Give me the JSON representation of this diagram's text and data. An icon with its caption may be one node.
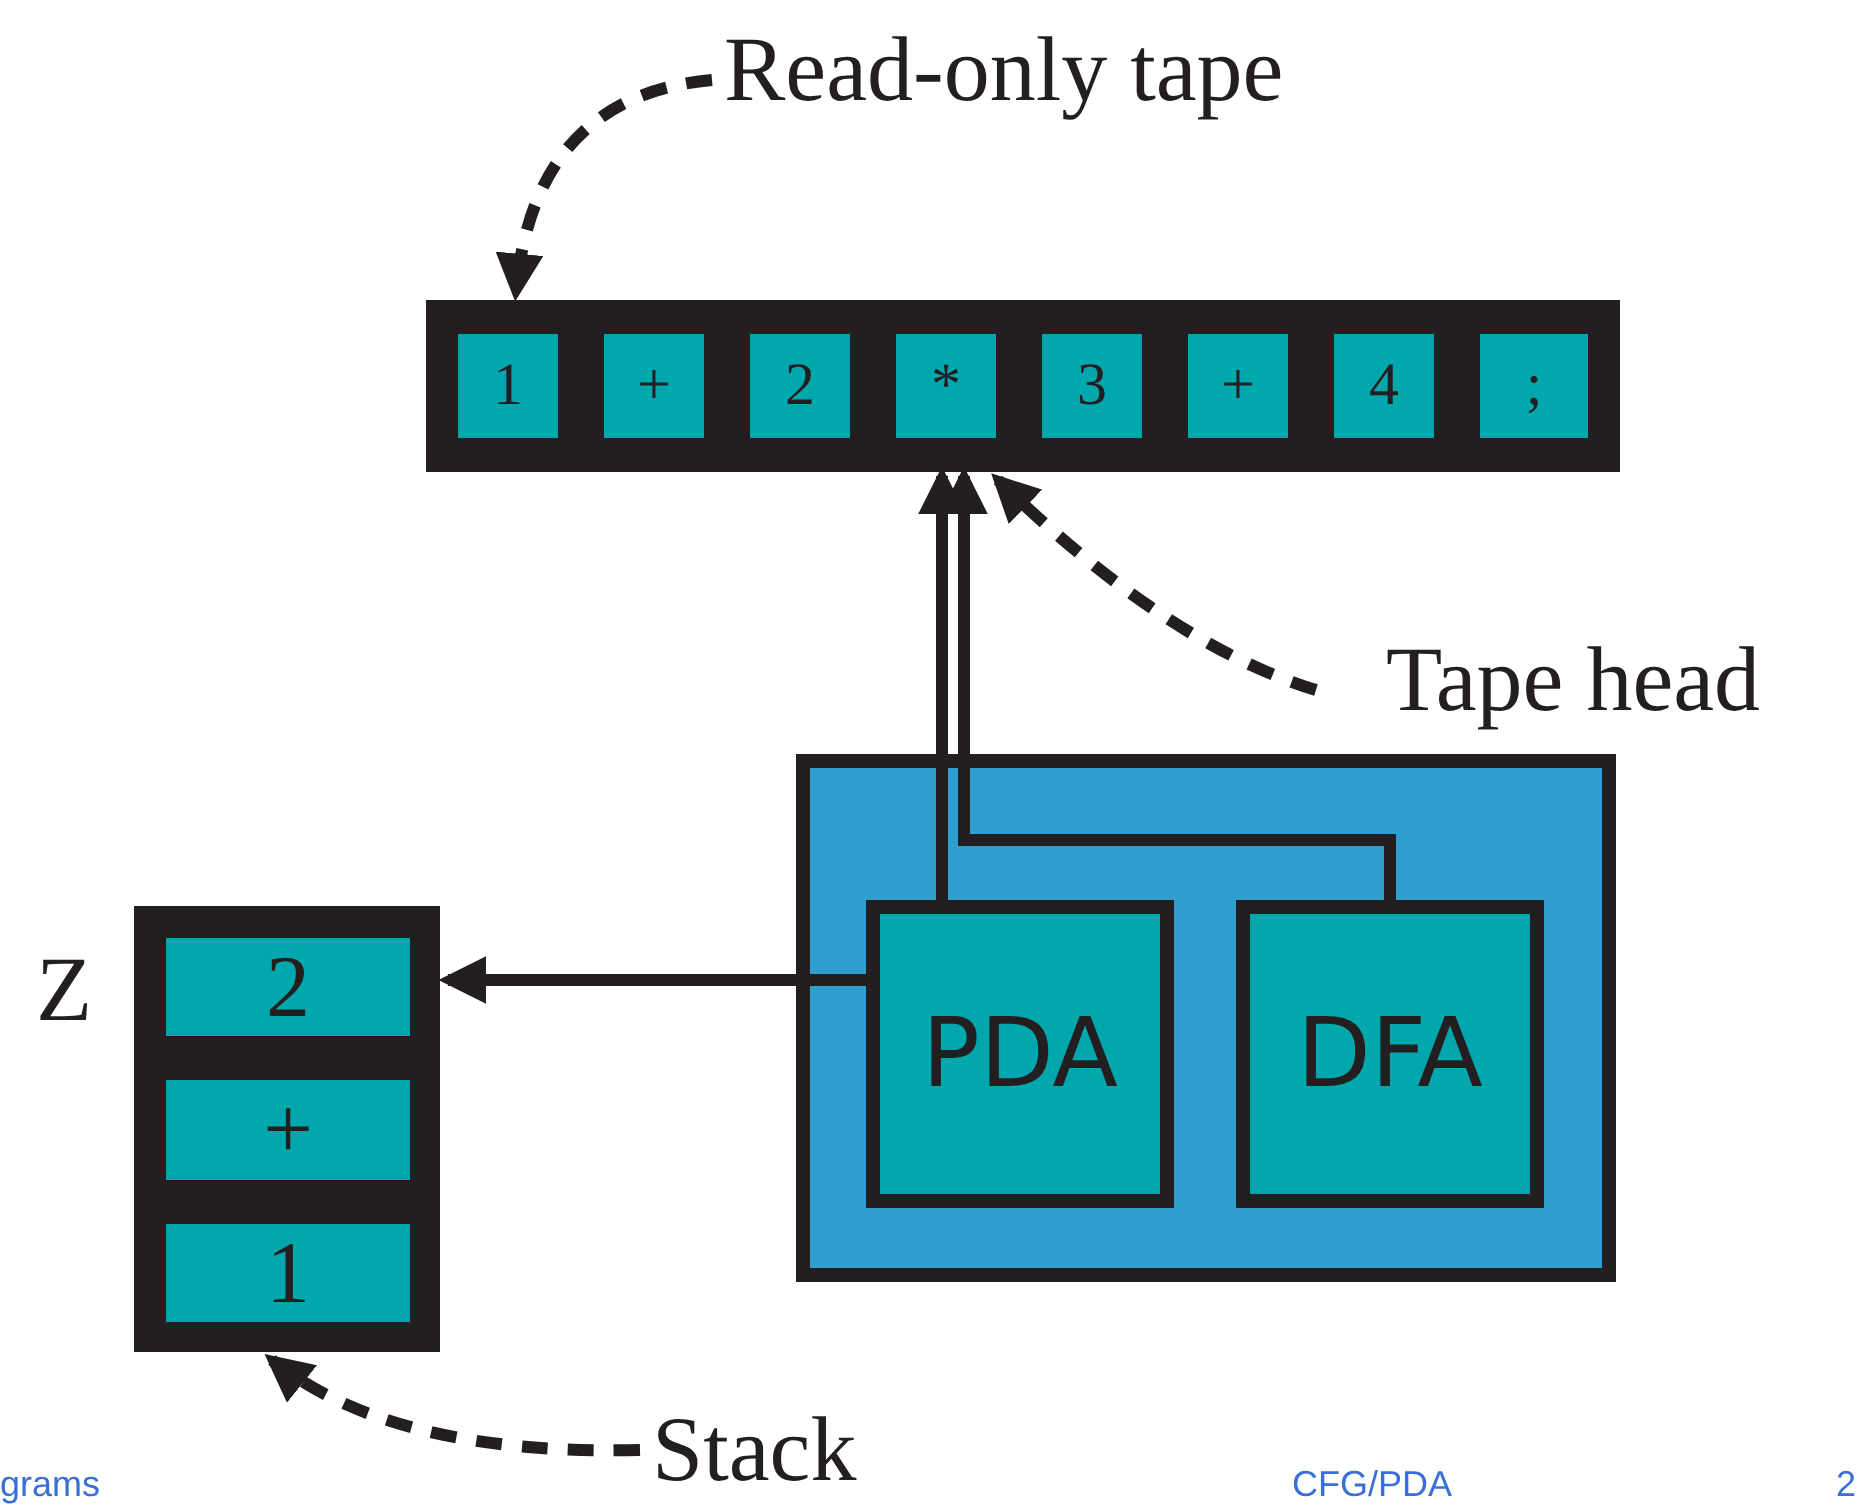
{
  "diagram": {
    "nodes": [
      {
        "text": [
          "Read-only tape"
        ]
      },
      {
        "text": [],
        "shape": "box"
      },
      {
        "text": [
          "1"
        ],
        "in": 1
      },
      {
        "text": [
          "+"
        ],
        "in": 1
      },
      {
        "text": [
          "2"
        ],
        "in": 1
      },
      {
        "text": [
          "*"
        ],
        "in": 1
      },
      {
        "text": [
          "3"
        ],
        "in": 1
      },
      {
        "text": [
          "+"
        ],
        "in": 1
      },
      {
        "text": [
          "4"
        ],
        "in": 1
      },
      {
        "text": [
          ";"
        ],
        "in": 1
      },
      {
        "text": [
          "Tape head"
        ]
      },
      {
        "text": [],
        "shape": "box"
      },
      {
        "text": [
          "PDA"
        ],
        "in": 11
      },
      {
        "text": [
          "DFA"
        ],
        "in": 11
      },
      {
        "text": [],
        "shape": "box"
      },
      {
        "text": [
          "2"
        ],
        "in": 14,
        "beside": [
          "Z"
        ]
      },
      {
        "text": [
          "+"
        ],
        "in": 14
      },
      {
        "text": [
          "1"
        ],
        "in": 14
      },
      {
        "text": [
          "Stack"
        ]
      }
    ],
    "edges": [
      {
        "from": 0,
        "to": 1,
        "arrow": "to",
        "style": "dashed"
      },
      {
        "from": 10,
        "to": 5,
        "arrow": "to",
        "style": "dashed"
      },
      {
        "from": 12,
        "to": 5,
        "arrow": "to"
      },
      {
        "from": 13,
        "to": 5,
        "arrow": "to"
      },
      {
        "from": 12,
        "to": 15,
        "arrow": "to"
      },
      {
        "from": 18,
        "to": 17,
        "arrow": "to",
        "style": "dashed"
      }
    ],
    "labels": [
      "grams",
      "CFG/PDA",
      "2"
    ]
  }
}
